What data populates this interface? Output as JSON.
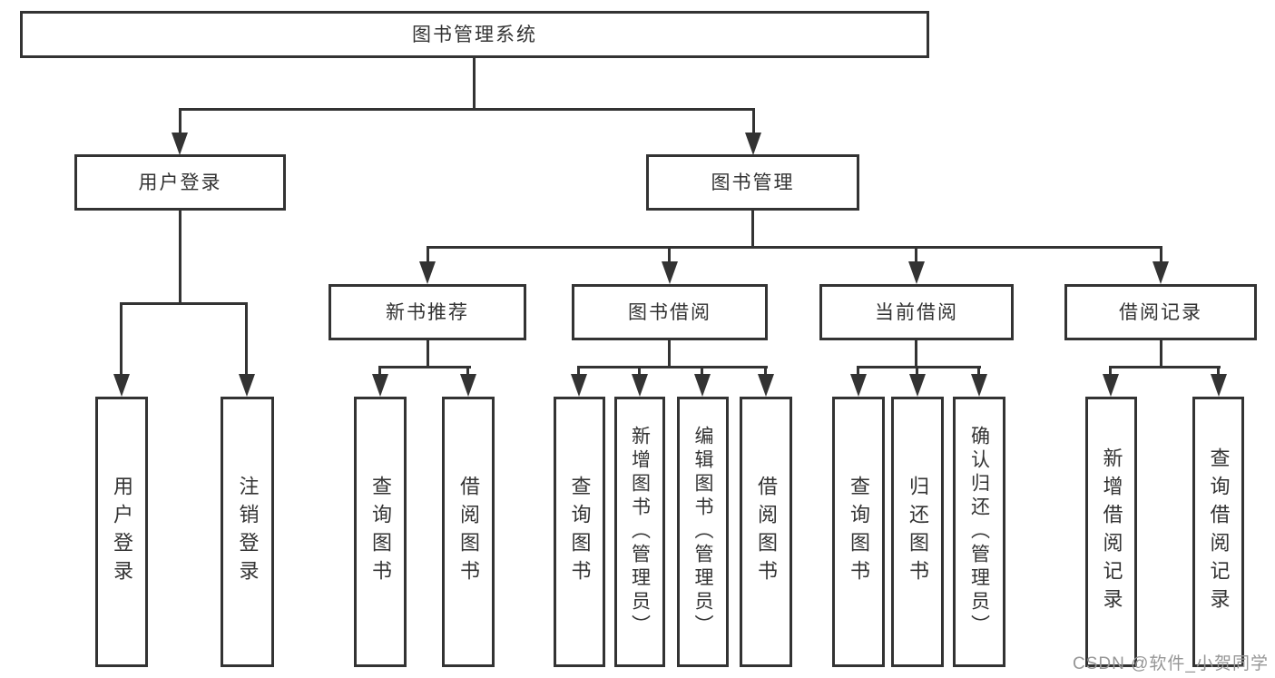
{
  "colors": {
    "line": "#333333",
    "text": "#333333",
    "watermark_text": "#969696",
    "background": "#ffffff"
  },
  "diagram": {
    "root": {
      "label": "图书管理系统"
    },
    "level2": [
      {
        "label": "用户登录"
      },
      {
        "label": "图书管理"
      }
    ],
    "level3": [
      {
        "label": "新书推荐"
      },
      {
        "label": "图书借阅"
      },
      {
        "label": "当前借阅"
      },
      {
        "label": "借阅记录"
      }
    ],
    "leaves": {
      "user_login": [
        {
          "label": "用户登录"
        },
        {
          "label": "注销登录"
        }
      ],
      "new_book": [
        {
          "label": "查询图书"
        },
        {
          "label": "借阅图书"
        }
      ],
      "book_borrow": [
        {
          "label": "查询图书"
        },
        {
          "label": "新增图书（管理员）"
        },
        {
          "label": "编辑图书（管理员）"
        },
        {
          "label": "借阅图书"
        }
      ],
      "current_borrow": [
        {
          "label": "查询图书"
        },
        {
          "label": "归还图书"
        },
        {
          "label": "确认归还（管理员）"
        }
      ],
      "borrow_record": [
        {
          "label": "新增借阅记录"
        },
        {
          "label": "查询借阅记录"
        }
      ]
    },
    "watermark": "CSDN @软件_小贺同学"
  }
}
